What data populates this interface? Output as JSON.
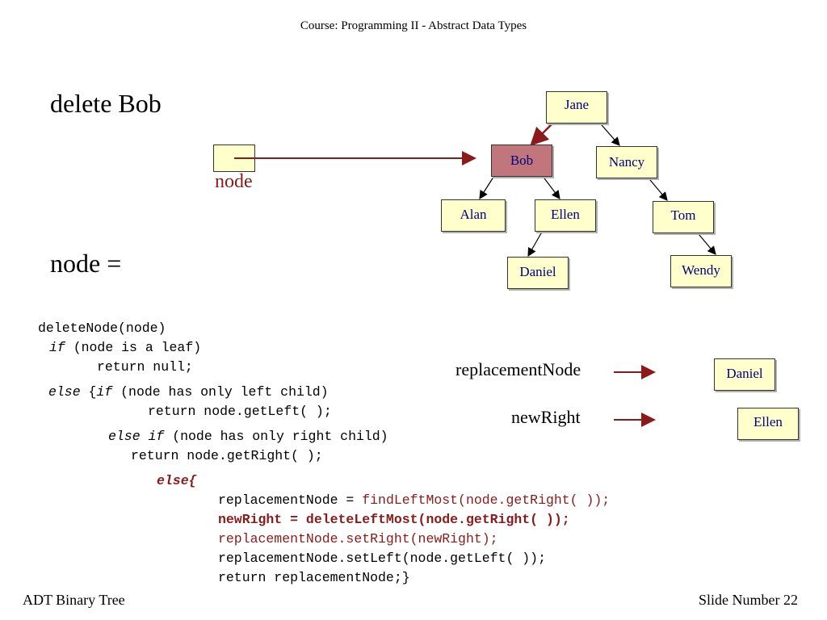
{
  "header": {
    "course": "Course: Programming II - Abstract Data Types"
  },
  "slide": {
    "title": "delete Bob",
    "node_label": "node",
    "node_assign": "node =",
    "footer_left": "ADT Binary Tree",
    "footer_right": "Slide Number 22"
  },
  "tree": {
    "nodes": {
      "jane": "Jane",
      "bob": "Bob",
      "nancy": "Nancy",
      "alan": "Alan",
      "ellen": "Ellen",
      "tom": "Tom",
      "daniel": "Daniel",
      "wendy": "Wendy"
    },
    "highlighted": "Bob"
  },
  "variables": {
    "replacement_label": "replacementNode",
    "replacement_value": "Daniel",
    "newright_label": "newRight",
    "newright_value": "Ellen"
  },
  "code": {
    "l1": "deleteNode(node)",
    "l2_kw": "if",
    "l2_rest": " (node is a leaf)",
    "l3": "return null;",
    "l4_kw1": "else",
    "l4_mid": " {",
    "l4_kw2": "if",
    "l4_rest": " (node has only left child)",
    "l5": "return node.getLeft( );",
    "l6_kw1": "else",
    "l6_kw2": "if",
    "l6_rest": " (node has only right child)",
    "l7": "return node.getRight( );",
    "l8": "else{",
    "l9_plain": "replacementNode = ",
    "l9_red": "findLeftMost(node.getRight( ));",
    "l10": "newRight = deleteLeftMost(node.getRight( ));",
    "l11": "replacementNode.setRight(newRight);",
    "l12": "replacementNode.setLeft(node.getLeft( ));",
    "l13": "return replacementNode;}"
  },
  "colors": {
    "accent_red": "#8b1a1a",
    "node_fill": "#ffffcc",
    "highlight_fill": "#c0767a",
    "node_text": "#000080"
  }
}
